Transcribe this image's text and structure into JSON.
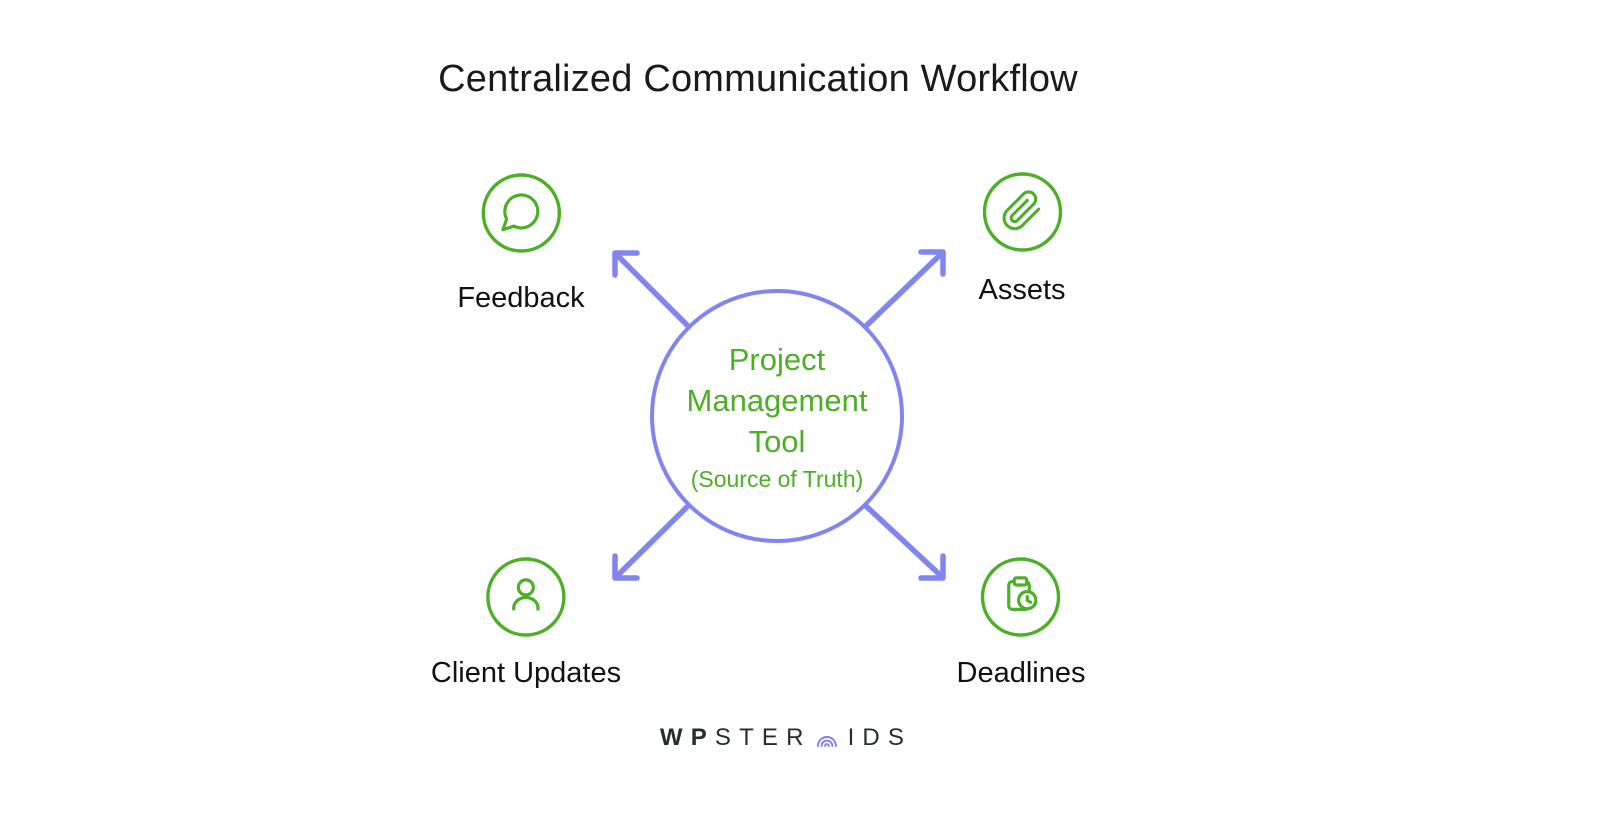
{
  "title": "Centralized Communication Workflow",
  "center": {
    "lines": [
      "Project",
      "Management",
      "Tool"
    ],
    "subtitle": "(Source of Truth)"
  },
  "nodes": [
    {
      "label": "Feedback",
      "icon": "chat-bubble-icon",
      "position": "top-left"
    },
    {
      "label": "Assets",
      "icon": "paperclip-icon",
      "position": "top-right"
    },
    {
      "label": "Client Updates",
      "icon": "user-icon",
      "position": "bottom-left"
    },
    {
      "label": "Deadlines",
      "icon": "clipboard-clock-icon",
      "position": "bottom-right"
    }
  ],
  "logo": {
    "prefix": "WP",
    "mid": "STER",
    "o_icon": "concentric-arcs-icon",
    "suffix": "IDS"
  },
  "colors": {
    "green": "#4caf26",
    "purple": "#8185ee",
    "ink": "#1a1a1c",
    "logo-ink": "#262b36"
  }
}
